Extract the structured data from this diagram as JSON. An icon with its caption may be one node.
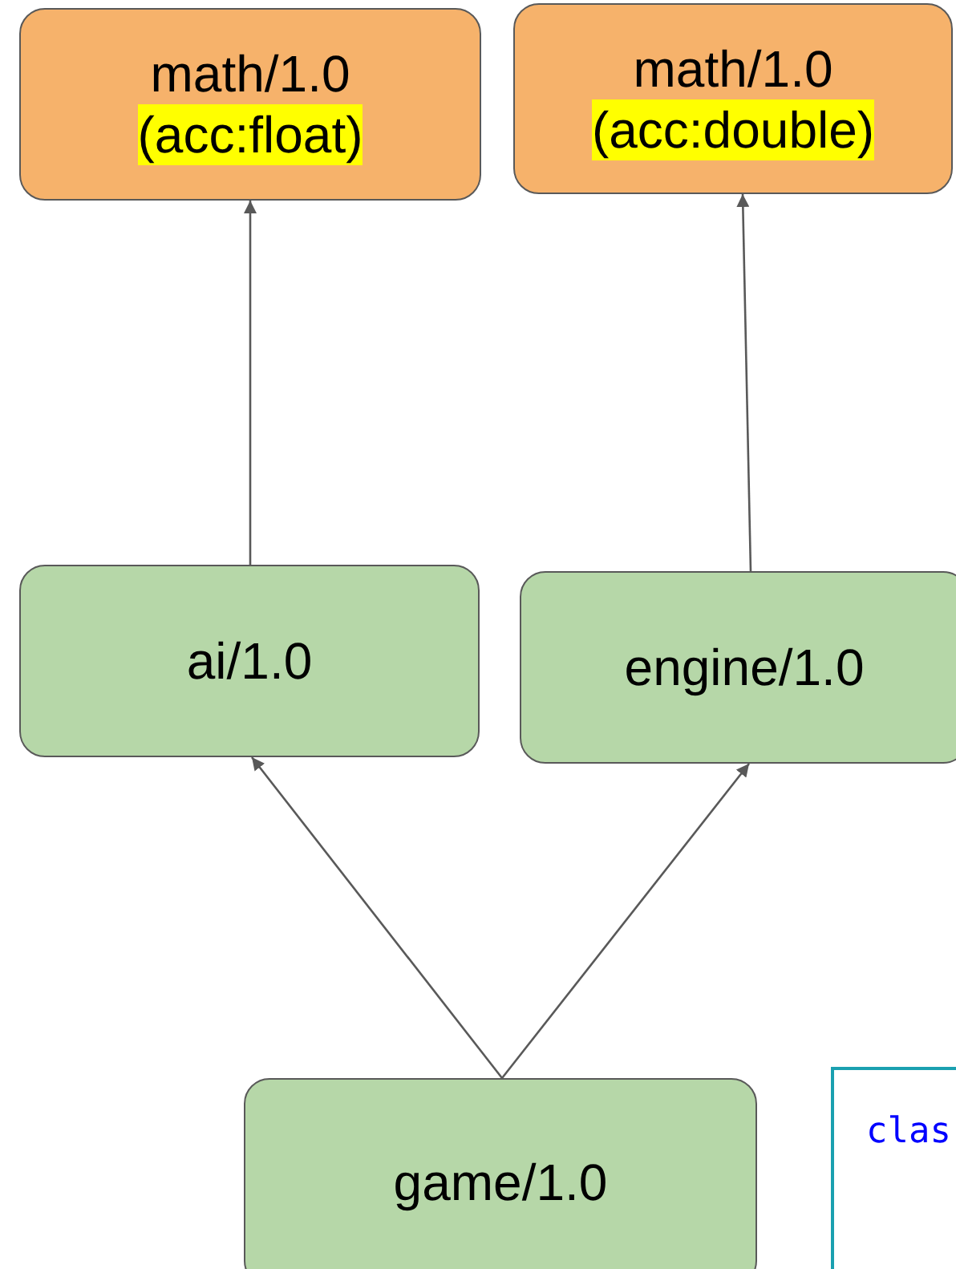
{
  "diagram": {
    "nodes": [
      {
        "text": [
          "math/1.0",
          "(acc:float)"
        ]
      },
      {
        "text": [
          "math/1.0",
          "(acc:double)"
        ]
      },
      {
        "text": [
          "ai/1.0"
        ]
      },
      {
        "text": [
          "engine/1.0"
        ]
      },
      {
        "text": [
          "game/1.0"
        ]
      },
      {
        "text": [
          "clas"
        ]
      }
    ],
    "edges": [
      {
        "from": 2,
        "to": 0,
        "arrow": "to"
      },
      {
        "from": 3,
        "to": 1,
        "arrow": "to"
      },
      {
        "from": 4,
        "to": 2,
        "arrow": "to"
      },
      {
        "from": 4,
        "to": 3,
        "arrow": "to"
      }
    ]
  }
}
